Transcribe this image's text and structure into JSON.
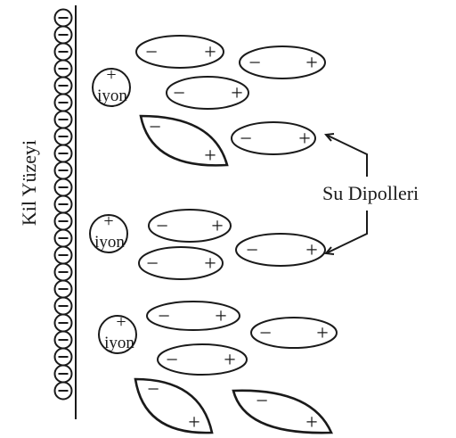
{
  "surface_label": "Kil Yüzeyi",
  "dipoles_label": "Su Dipolleri",
  "ion_label": "iyon",
  "plus_sign": "+",
  "minus_sign": "−",
  "ink_color": "#1a1a1a",
  "background_color": "#ffffff"
}
